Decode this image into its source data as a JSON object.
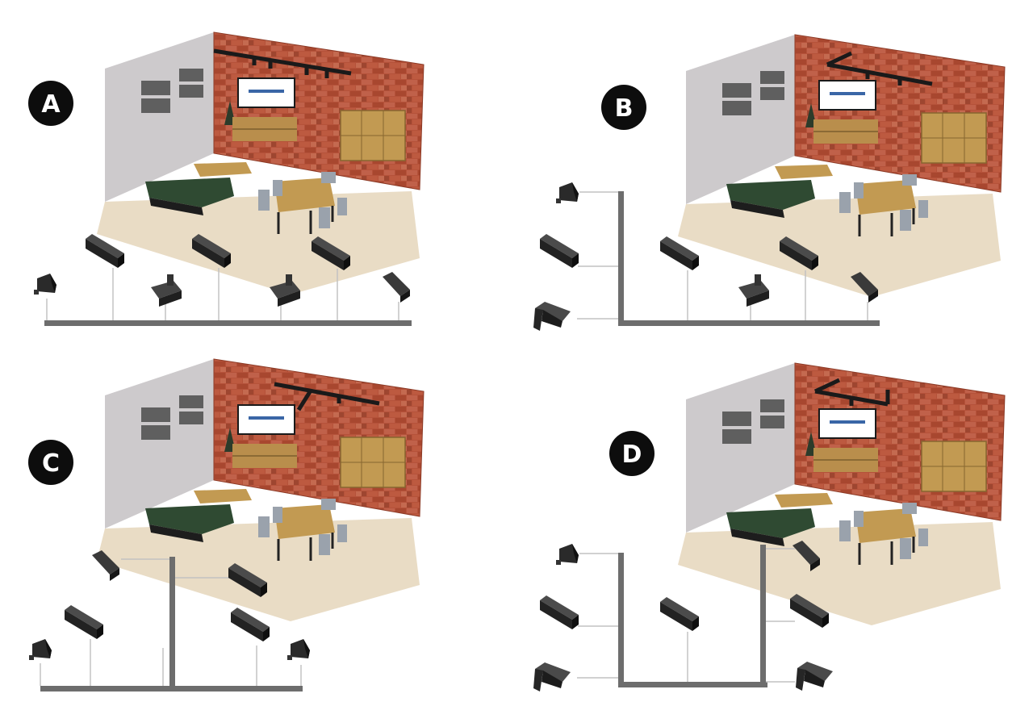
{
  "panels": [
    {
      "id": "a",
      "label": "A"
    },
    {
      "id": "b",
      "label": "B"
    },
    {
      "id": "c",
      "label": "C"
    },
    {
      "id": "d",
      "label": "D"
    }
  ],
  "colors": {
    "badge": "#0d0d0d",
    "brick": "#b5523a",
    "wall": "#cdcacc",
    "floor": "#e9dcc5",
    "track": "#6d6d6d",
    "profile": "#2a2a2a",
    "sofa": "#2f4a32",
    "wood": "#c29a52",
    "chair": "#9aa2ac"
  }
}
